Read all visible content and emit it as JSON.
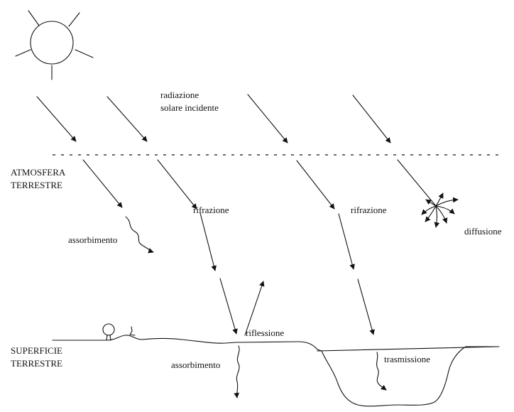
{
  "labels": {
    "incident_line1": "radiazione",
    "incident_line2": "solare incidente",
    "atmosphere_line1": "ATMOSFERA",
    "atmosphere_line2": "TERRESTRE",
    "surface_line1": "SUPERFICIE",
    "surface_line2": "TERRESTRE",
    "refraction_left": "rifrazione",
    "refraction_right": "rifrazione",
    "absorption_atmosphere": "assorbimento",
    "diffusion": "diffusione",
    "reflection": "riflessione",
    "absorption_surface": "assorbimento",
    "transmission": "trasmissione"
  },
  "colors": {
    "ink": "#111111",
    "background": "#ffffff"
  }
}
